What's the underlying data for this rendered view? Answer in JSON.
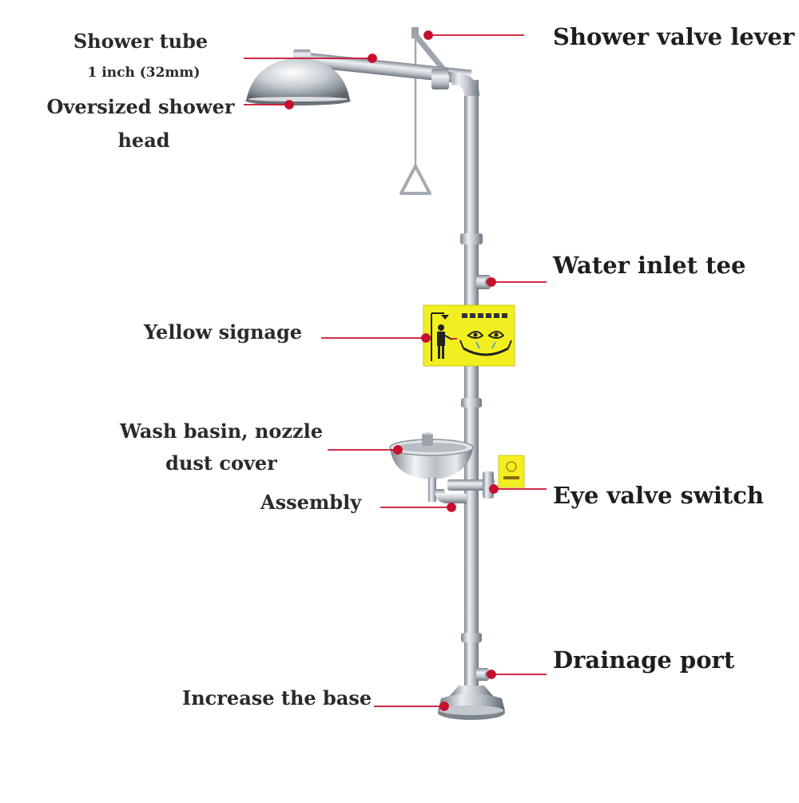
{
  "labels": {
    "shower_tube": "Shower tube",
    "shower_tube_size": "1 inch (32mm)",
    "oversized_head_line1": "Oversized shower",
    "oversized_head_line2": "head",
    "shower_valve_lever": "Shower valve lever",
    "water_inlet_tee": "Water inlet tee",
    "yellow_signage": "Yellow signage",
    "wash_basin_line1": "Wash basin, nozzle",
    "wash_basin_line2": "dust cover",
    "assembly": "Assembly",
    "eye_valve_switch": "Eye valve switch",
    "drainage_port": "Drainage port",
    "increase_base": "Increase the base"
  },
  "colors": {
    "leader": "#c8102e",
    "steel_dark": "#8c949c",
    "steel_mid": "#c3c9cf",
    "steel_light": "#eef1f4",
    "sign_yellow": "#f2ef21",
    "text": "#2a2a2a"
  }
}
